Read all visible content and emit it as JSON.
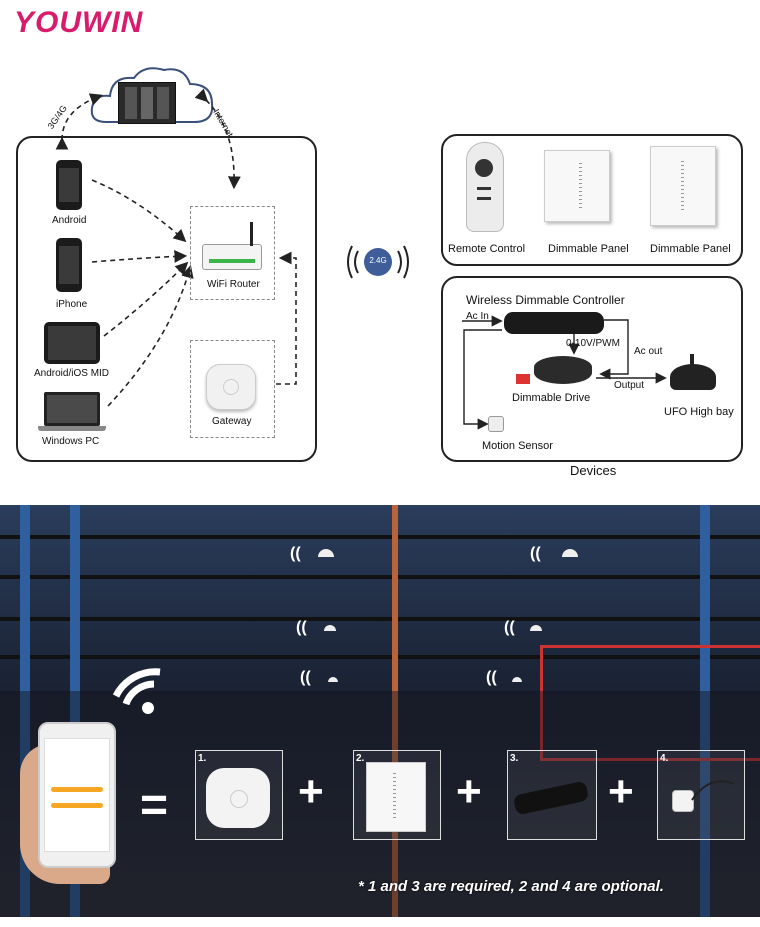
{
  "brand": {
    "name": "YOUWIN",
    "color": "#d81b6b"
  },
  "network": {
    "link_3g4g": "3G/4G",
    "link_internet": "Internet",
    "devices": [
      "Android",
      "iPhone",
      "Android/iOS MID",
      "Windows PC"
    ],
    "router_label": "WiFi Router",
    "gateway_label": "Gateway",
    "rf_badge": "2.4G"
  },
  "devices_panel": {
    "remote_label": "Remote Control",
    "panel1_label": "Dimmable Panel",
    "panel2_label": "Dimmable Panel"
  },
  "controller_panel": {
    "title": "Wireless Dimmable Controller",
    "ac_in": "Ac In",
    "signal": "0-10V/PWM",
    "ac_out": "Ac out",
    "output": "Output",
    "drive_label": "Dimmable Drive",
    "highbay_label": "UFO High bay",
    "sensor_label": "Motion Sensor",
    "caption": "Devices"
  },
  "photo": {
    "steps": [
      "1.",
      "2.",
      "3.",
      "4."
    ],
    "plus": "+",
    "equals": "=",
    "note": "* 1 and 3 are required, 2 and 4 are optional."
  }
}
